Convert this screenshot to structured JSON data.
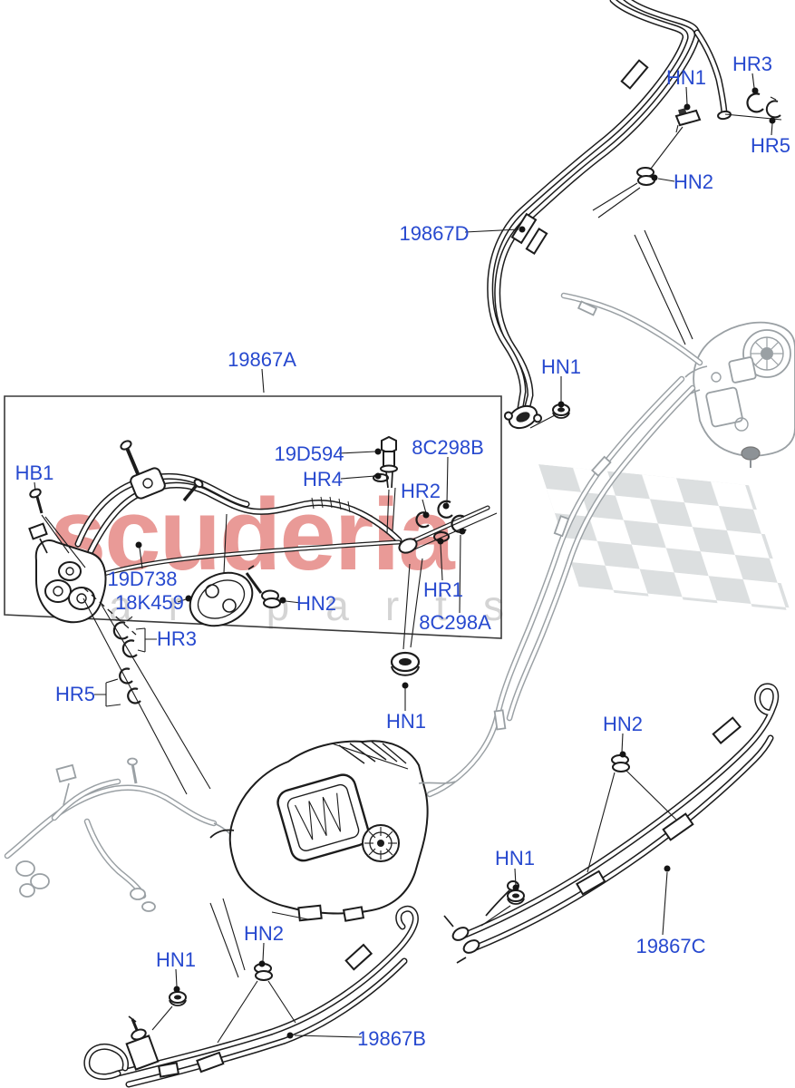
{
  "watermark": {
    "brand": "scuderia",
    "tagline": "car parts"
  },
  "colors": {
    "label_blue": "#2749cf",
    "watermark_red": "#e4827e",
    "watermark_gray": "#d4d4d4",
    "flag_gray": "#dcdfe0",
    "line_black": "#1c1c1c",
    "line_gray": "#9aa0a4"
  },
  "labels": [
    {
      "id": "hn1-top",
      "text": "HN1"
    },
    {
      "id": "hr3-top",
      "text": "HR3"
    },
    {
      "id": "hr5-top",
      "text": "HR5"
    },
    {
      "id": "hn2-top",
      "text": "HN2"
    },
    {
      "id": "19867d",
      "text": "19867D"
    },
    {
      "id": "hn1-mid",
      "text": "HN1"
    },
    {
      "id": "19867a",
      "text": "19867A"
    },
    {
      "id": "hb1",
      "text": "HB1"
    },
    {
      "id": "19d594",
      "text": "19D594"
    },
    {
      "id": "hr4",
      "text": "HR4"
    },
    {
      "id": "8c298b",
      "text": "8C298B"
    },
    {
      "id": "hr2",
      "text": "HR2"
    },
    {
      "id": "19d738",
      "text": "19D738"
    },
    {
      "id": "18k459",
      "text": "18K459"
    },
    {
      "id": "hn2-inbox",
      "text": "HN2"
    },
    {
      "id": "hr1",
      "text": "HR1"
    },
    {
      "id": "8c298a",
      "text": "8C298A"
    },
    {
      "id": "hr3-lower",
      "text": "HR3"
    },
    {
      "id": "hr5-lower",
      "text": "HR5"
    },
    {
      "id": "hn1-center",
      "text": "HN1"
    },
    {
      "id": "hn2-right",
      "text": "HN2"
    },
    {
      "id": "hn1-bottom-right",
      "text": "HN1"
    },
    {
      "id": "19867c",
      "text": "19867C"
    },
    {
      "id": "hn2-bottom-left",
      "text": "HN2"
    },
    {
      "id": "hn1-bottom-left",
      "text": "HN1"
    },
    {
      "id": "19867b",
      "text": "19867B"
    }
  ]
}
